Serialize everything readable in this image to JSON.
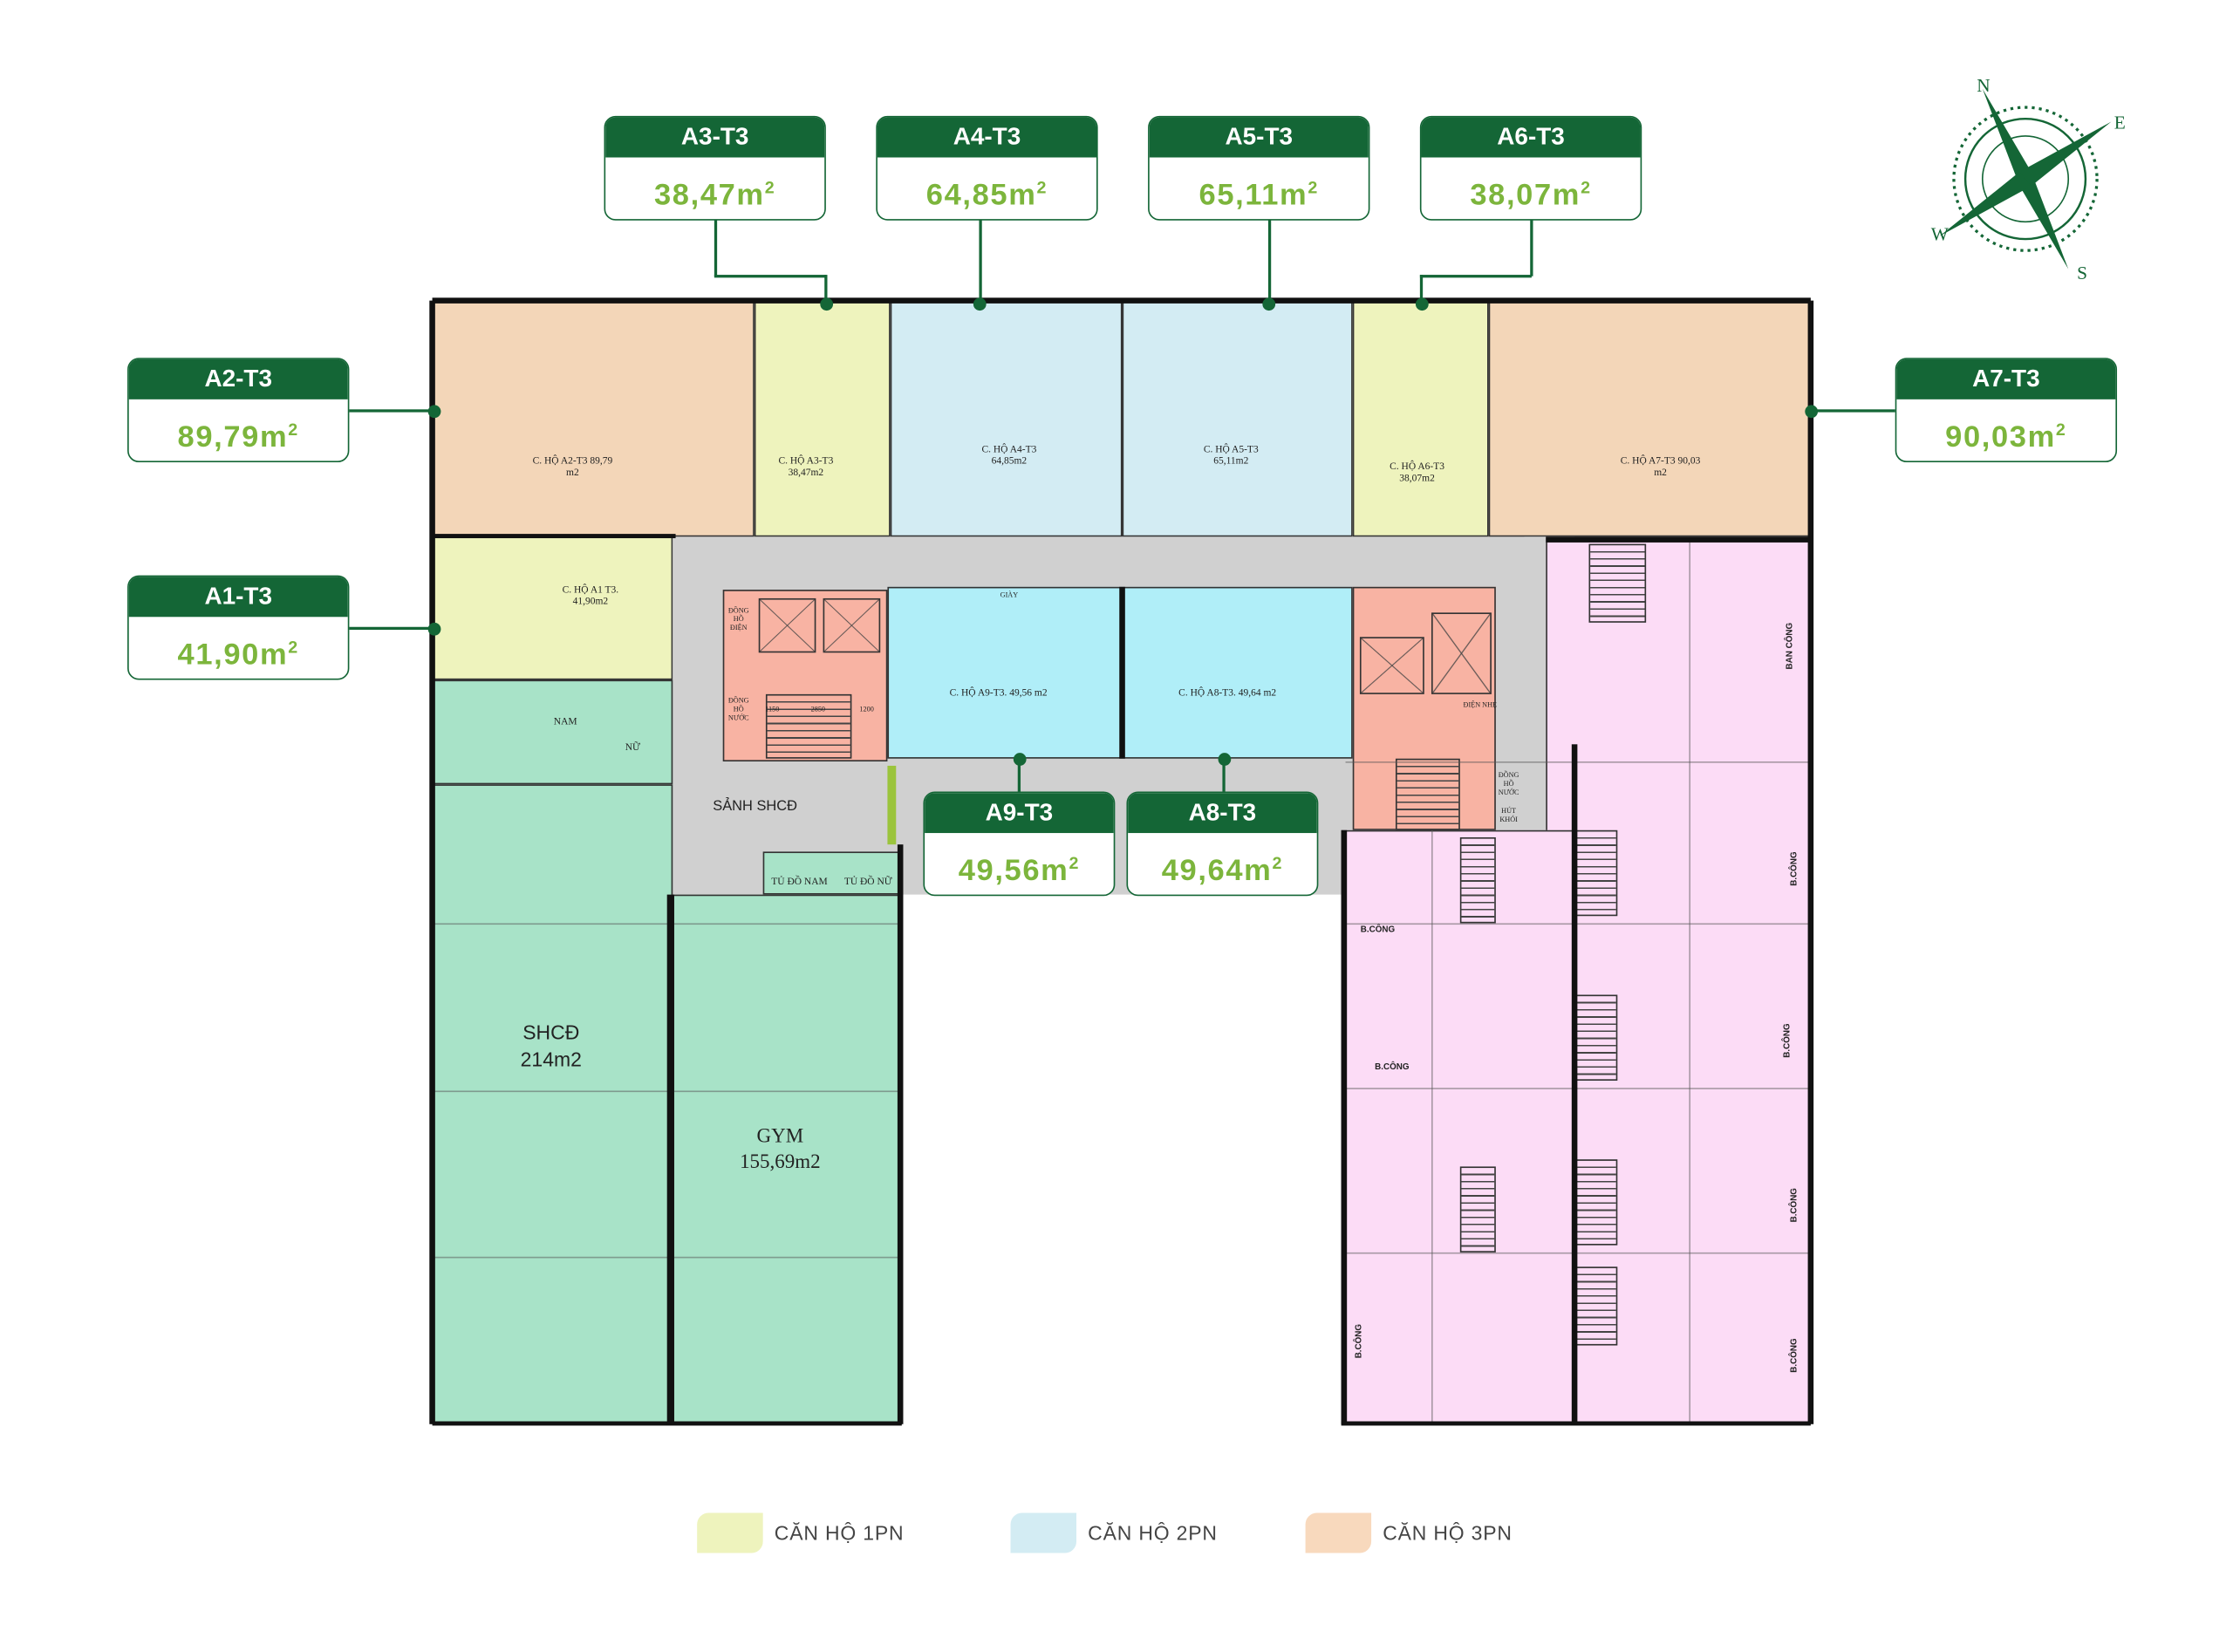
{
  "units": [
    {
      "code": "A1-T3",
      "area": "41,90m",
      "plan_label": "C. HỘ A1 T3. 41,90m2"
    },
    {
      "code": "A2-T3",
      "area": "89,79m",
      "plan_label": "C. HỘ A2-T3 89,79 m2"
    },
    {
      "code": "A3-T3",
      "area": "38,47m",
      "plan_label": "C. HỘ A3-T3 38,47m2"
    },
    {
      "code": "A4-T3",
      "area": "64,85m",
      "plan_label": "C. HỘ A4-T3 64,85m2"
    },
    {
      "code": "A5-T3",
      "area": "65,11m",
      "plan_label": "C. HỘ A5-T3 65,11m2"
    },
    {
      "code": "A6-T3",
      "area": "38,07m",
      "plan_label": "C. HỘ A6-T3 38,07m2"
    },
    {
      "code": "A7-T3",
      "area": "90,03m",
      "plan_label": "C. HỘ A7-T3 90,03 m2"
    },
    {
      "code": "A8-T3",
      "area": "49,64m",
      "plan_label": "C. HỘ A8-T3. 49,64 m2"
    },
    {
      "code": "A9-T3",
      "area": "49,56m",
      "plan_label": "C. HỘ A9-T3. 49,56 m2"
    }
  ],
  "superscript": "2",
  "spaces": {
    "lobby": "SẢNH SHCĐ",
    "shcd_name": "SHCĐ",
    "shcd_area": "214m2",
    "gym_name": "GYM",
    "gym_area": "155,69m2",
    "locker_male": "TỦ ĐỒ NAM",
    "locker_female": "TỦ ĐỒ NỮ",
    "wc_male": "NAM",
    "wc_female": "NỮ",
    "balcony": "BAN CÔNG",
    "balcony_short": "B.CÔNG",
    "electric_meter": "ĐỒNG HỒ ĐIỆN",
    "water_meter": "ĐỒNG HỒ NƯỚC",
    "smoke": "HÚT KHÓI",
    "weak_current": "ĐIỆN NHẸ",
    "shoe": "GIÀY",
    "dims": [
      "1150",
      "2850",
      "1200"
    ]
  },
  "compass": {
    "n": "N",
    "e": "E",
    "s": "S",
    "w": "W"
  },
  "legend": [
    {
      "label": "CĂN HỘ 1PN",
      "color": "#eef3bd"
    },
    {
      "label": "CĂN HỘ 2PN",
      "color": "#d3ecf3"
    },
    {
      "label": "CĂN HỘ 3PN",
      "color": "#f8d9bd"
    }
  ],
  "colors": {
    "brand": "#146636",
    "area_text": "#7cb53c",
    "one_br": "#eef3bd",
    "two_br": "#d3ecf3",
    "two_br_inner": "#b0eef8",
    "three_br": "#f3d6b8",
    "community": "#a8e3c8",
    "other": "#fcdcf6",
    "core": "#f8b3a3",
    "corridor": "#d0d0d0"
  }
}
